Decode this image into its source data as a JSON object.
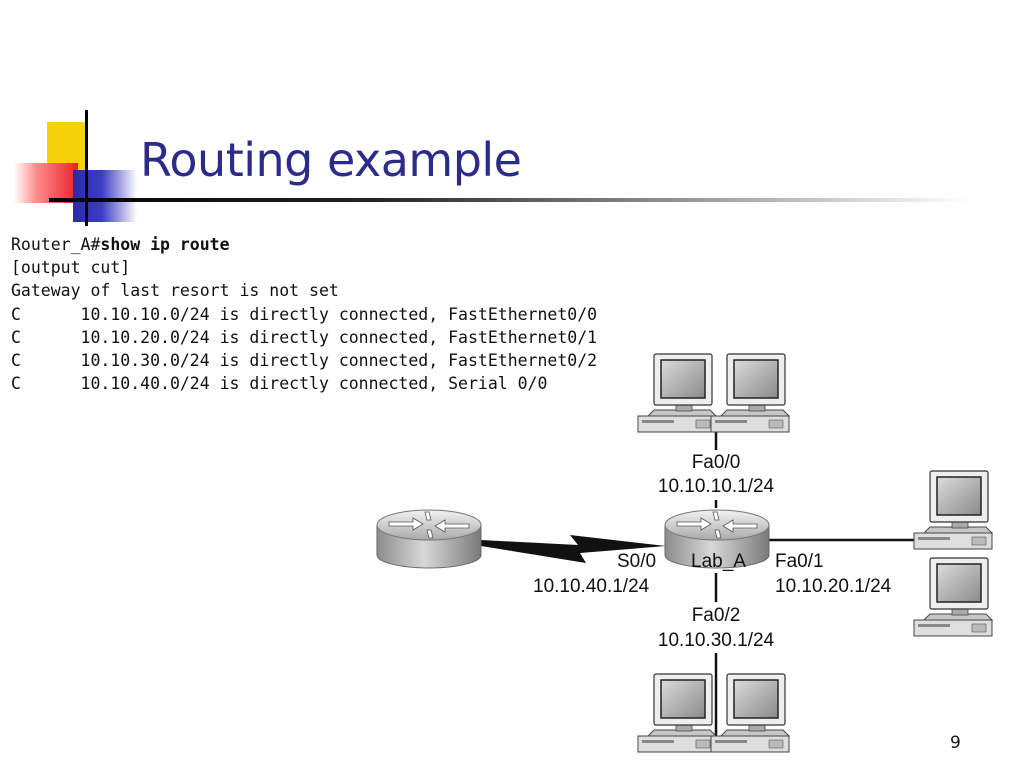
{
  "slide": {
    "title": "Routing example",
    "page_number": "9"
  },
  "cli": {
    "prompt": "Router_A#",
    "command": "show ip route",
    "lines": [
      "[output cut]",
      "Gateway of last resort is not set",
      "C      10.10.10.0/24 is directly connected, FastEthernet0/0",
      "C      10.10.20.0/24 is directly connected, FastEthernet0/1",
      "C      10.10.30.0/24 is directly connected, FastEthernet0/2",
      "C      10.10.40.0/24 is directly connected, Serial 0/0"
    ]
  },
  "diagram": {
    "router_name": "Lab_A",
    "interfaces": {
      "fa00": {
        "name": "Fa0/0",
        "ip": "10.10.10.1/24"
      },
      "fa01": {
        "name": "Fa0/1",
        "ip": "10.10.20.1/24"
      },
      "fa02": {
        "name": "Fa0/2",
        "ip": "10.10.30.1/24"
      },
      "s00": {
        "name": "S0/0",
        "ip": "10.10.40.1/24"
      }
    },
    "icons": [
      "router-icon",
      "computer-icon"
    ]
  }
}
